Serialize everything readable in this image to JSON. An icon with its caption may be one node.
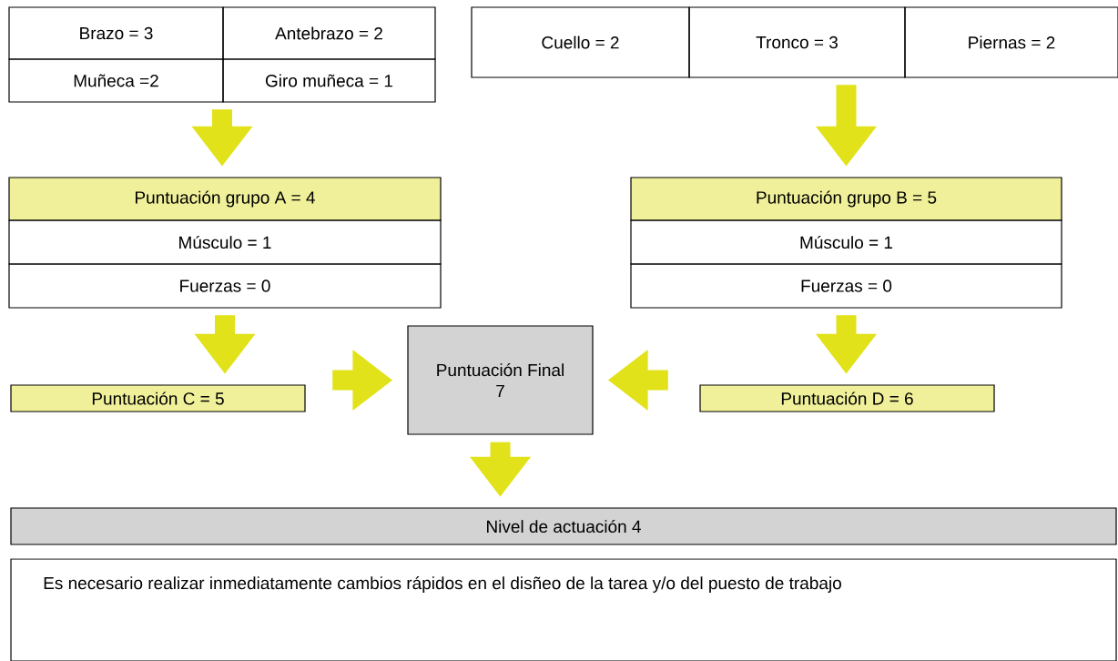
{
  "diagram": {
    "nodes": [
      {
        "text": [
          "Brazo = 3",
          "Antebrazo = 2",
          "Muñeca =2",
          "Giro muñeca = 1"
        ]
      },
      {
        "text": [
          "Cuello = 2",
          "Tronco = 3",
          "Piernas = 2"
        ]
      },
      {
        "text": [
          "Puntuación grupo A = 4",
          "Músculo = 1",
          "Fuerzas = 0"
        ]
      },
      {
        "text": [
          "Puntuación grupo B = 5",
          "Músculo = 1",
          "Fuerzas = 0"
        ]
      },
      {
        "text": [
          "Puntuación C = 5"
        ]
      },
      {
        "text": [
          "Puntuación Final",
          "7"
        ]
      },
      {
        "text": [
          "Puntuación D = 6"
        ]
      },
      {
        "text": [
          "Nivel de actuación 4"
        ]
      },
      {
        "text": [
          "Es necesario realizar inmediatamente cambios rápidos en el disñeo de la tarea y/o del puesto de trabajo"
        ]
      }
    ],
    "edges": [
      {
        "from": 0,
        "to": 2,
        "arrow": "to"
      },
      {
        "from": 1,
        "to": 3,
        "arrow": "to"
      },
      {
        "from": 2,
        "to": 4,
        "arrow": "to"
      },
      {
        "from": 3,
        "to": 6,
        "arrow": "to"
      },
      {
        "from": 4,
        "to": 5,
        "arrow": "to"
      },
      {
        "from": 6,
        "to": 5,
        "arrow": "to"
      },
      {
        "from": 5,
        "to": 7,
        "arrow": "to"
      }
    ]
  }
}
